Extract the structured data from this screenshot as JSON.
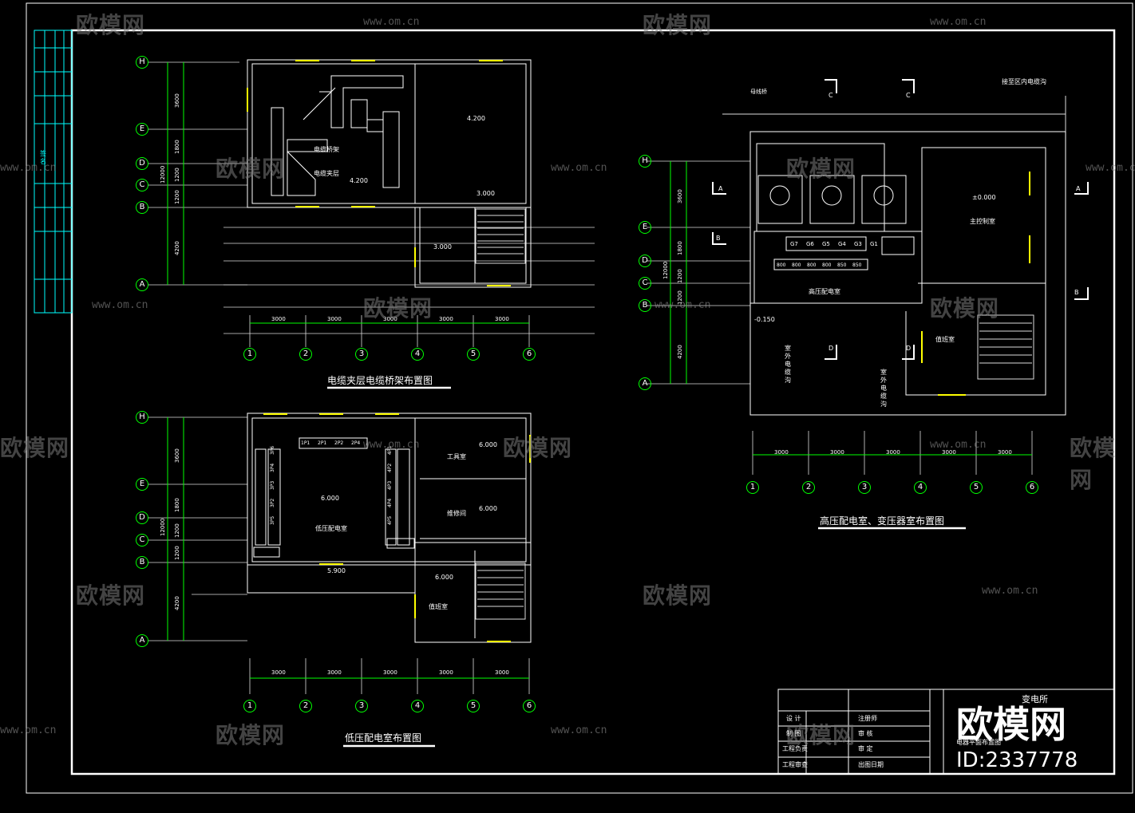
{
  "colors": {
    "line": "#ffffff",
    "grid": "#e8e8e8",
    "axis": "#00ff00",
    "accent": "#ffff00",
    "cyan": "#00ffff",
    "magenta": "#ff00ff",
    "watermark": "#7a7a7a"
  },
  "axes": {
    "columns": [
      "1",
      "2",
      "3",
      "4",
      "5",
      "6"
    ],
    "rows_top": [
      "H",
      "E",
      "D",
      "C",
      "B",
      "A"
    ],
    "rows_right": [
      "H",
      "E",
      "D",
      "C",
      "B",
      "A"
    ]
  },
  "dims": {
    "col_spacing": "3000",
    "v_top": [
      "3600",
      "1800",
      "1200",
      "1200",
      "4200"
    ],
    "v_total": "12000",
    "v_right": [
      "3600",
      "1800",
      "1200",
      "1200",
      "4200"
    ],
    "v_bottom": [
      "3600",
      "1800",
      "1200",
      "1200",
      "4200"
    ]
  },
  "titles": {
    "cable_layer": "电缆夹层电缆桥架布置图",
    "low_voltage": "低压配电室布置图",
    "high_voltage": "高压配电室、变压器室布置图"
  },
  "rooms": {
    "top_elev_1": "4.200",
    "top_elev_2": "3.000",
    "top_elev_3": "3.000",
    "top_elev_4": "4.200",
    "cable_tray": "电缆桥架",
    "cable_layer": "电缆夹层",
    "lv_elev": "6.000",
    "lv_room": "低压配电室",
    "tool_room": "工具室",
    "tool_elev": "6.000",
    "repair_room": "维修间",
    "repair_elev": "6.000",
    "stair_elev": "6.000",
    "duty_room": "值班室",
    "lv_bottom_elev": "5.900",
    "hv_room": "高压配电室",
    "hv_control": "主控制室",
    "hv_control_elev": "±0.000",
    "hv_duty": "值班室",
    "hv_minus": "-0.150",
    "outdoor_cable_1": "室外电缆沟",
    "outdoor_cable_2": "室外电缆沟",
    "incoming": "接至区内电缆沟",
    "hv_busbar": "母线桥"
  },
  "panels": {
    "lv_top": [
      "1P1",
      "2P1",
      "2P2",
      "2P4"
    ],
    "lv_left": [
      "3P6",
      "3P4",
      "3P3",
      "3P2",
      "3P5"
    ],
    "lv_right": [
      "4P1",
      "4P2",
      "4P3",
      "4P4",
      "4P5"
    ],
    "hv": [
      "G7",
      "G6",
      "G5",
      "G4",
      "G3",
      "G1"
    ],
    "hv_widths": [
      "800",
      "800",
      "800",
      "800",
      "850",
      "850"
    ]
  },
  "section_marks": [
    "A",
    "A",
    "B",
    "B",
    "C",
    "C",
    "D",
    "D"
  ],
  "title_block": {
    "project": "变电所",
    "rows": [
      {
        "a": "设 计",
        "b": "注册师"
      },
      {
        "a": "制 图",
        "b": "审 核"
      },
      {
        "a": "工程负责",
        "b": "审 定"
      },
      {
        "a": "工程审查",
        "b": "出图日期"
      }
    ],
    "drawing_name": "电器平面布置图"
  },
  "left_strip": {
    "labels": [
      "签",
      "名"
    ]
  },
  "watermark": {
    "brand": "欧模网",
    "url": "www.om.cn",
    "id": "ID:2337778"
  }
}
